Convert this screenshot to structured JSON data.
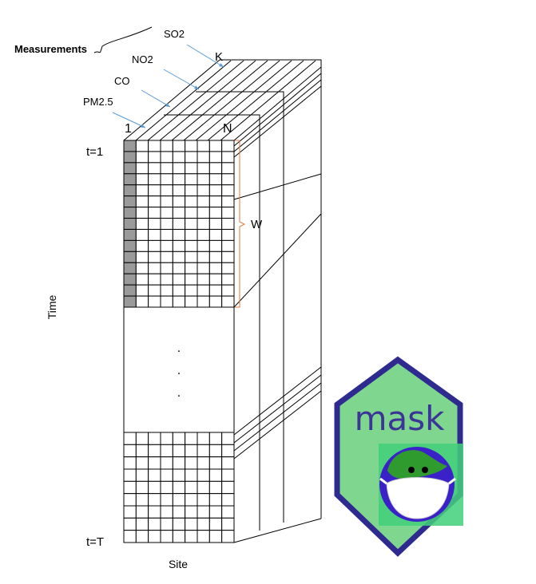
{
  "measurements_label": "Measurements",
  "layers": [
    {
      "name": "SO2"
    },
    {
      "name": "NO2"
    },
    {
      "name": "CO"
    },
    {
      "name": "PM2.5"
    }
  ],
  "k_label": "K",
  "site_start_label": "1",
  "site_end_label": "N",
  "time_start_label": "t=1",
  "time_end_label": "t=T",
  "window_label": "W",
  "time_axis_label": "Time",
  "site_axis_label": "Site",
  "ellipsis": ".",
  "logo": {
    "text": "mask",
    "hex_fill": "#7fd68e",
    "hex_border": "#2e2a8f",
    "text_color": "#3b3597",
    "ocean_color": "#3a22c8",
    "land_color": "#2f9b2f"
  },
  "colors": {
    "arrow": "#5b9bd5",
    "window_brace": "#e07a3c",
    "highlight_column": "#9a9a9a"
  }
}
